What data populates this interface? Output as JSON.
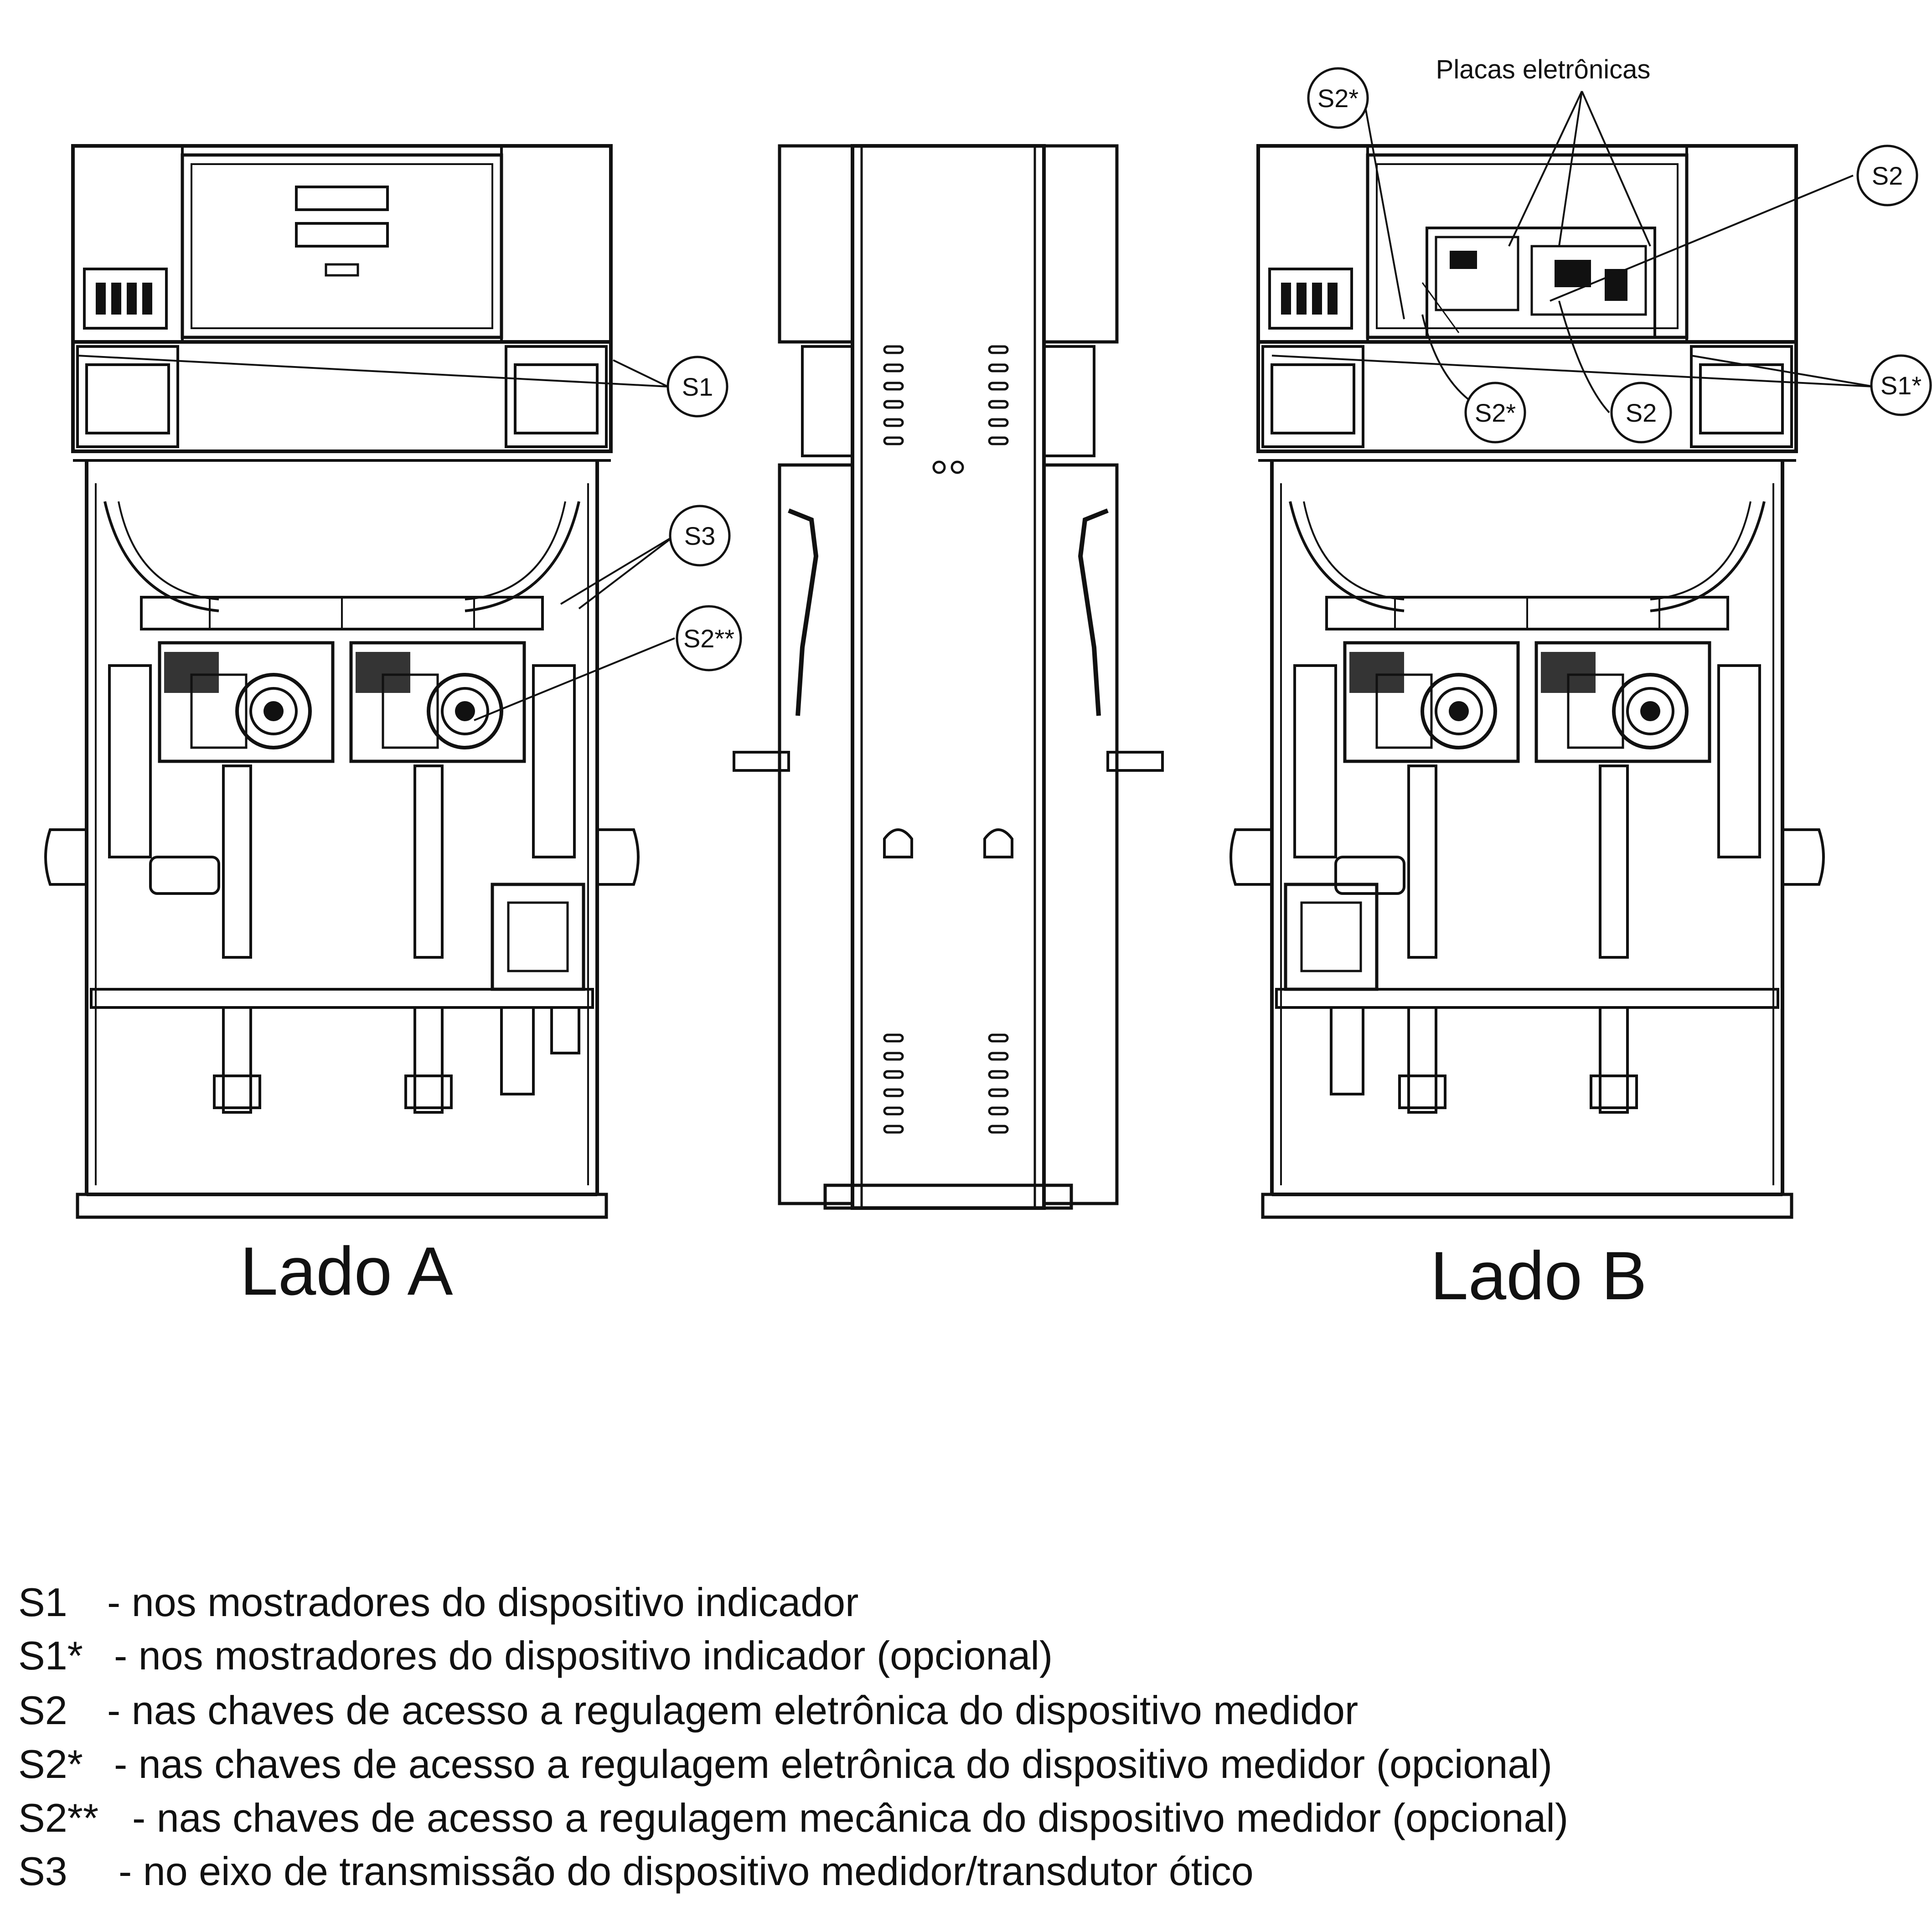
{
  "figure": {
    "side_a_label": "Lado A",
    "side_b_label": "Lado B",
    "boards_label": "Placas eletrônicas"
  },
  "callouts": {
    "a_s1": "S1",
    "a_s3": "S3",
    "a_s2ss": "S2**",
    "b_s2s_top": "S2*",
    "b_s2_right": "S2",
    "b_s1s": "S1*",
    "b_s2s_low": "S2*",
    "b_s2_low": "S2"
  },
  "legend": [
    {
      "code": "S1",
      "text": "- nos mostradores do dispositivo indicador"
    },
    {
      "code": "S1*",
      "text": "- nos mostradores do dispositivo indicador (opcional)"
    },
    {
      "code": "S2",
      "text": "- nas chaves de acesso a regulagem eletrônica do dispositivo medidor"
    },
    {
      "code": "S2*",
      "text": "- nas chaves de acesso a regulagem eletrônica do dispositivo medidor (opcional)"
    },
    {
      "code": "S2**",
      "text": "- nas chaves de acesso a regulagem mecânica do dispositivo medidor (opcional)"
    },
    {
      "code": "S3",
      "text": "- no eixo de transmissão do dispositivo medidor/transdutor ótico"
    }
  ]
}
